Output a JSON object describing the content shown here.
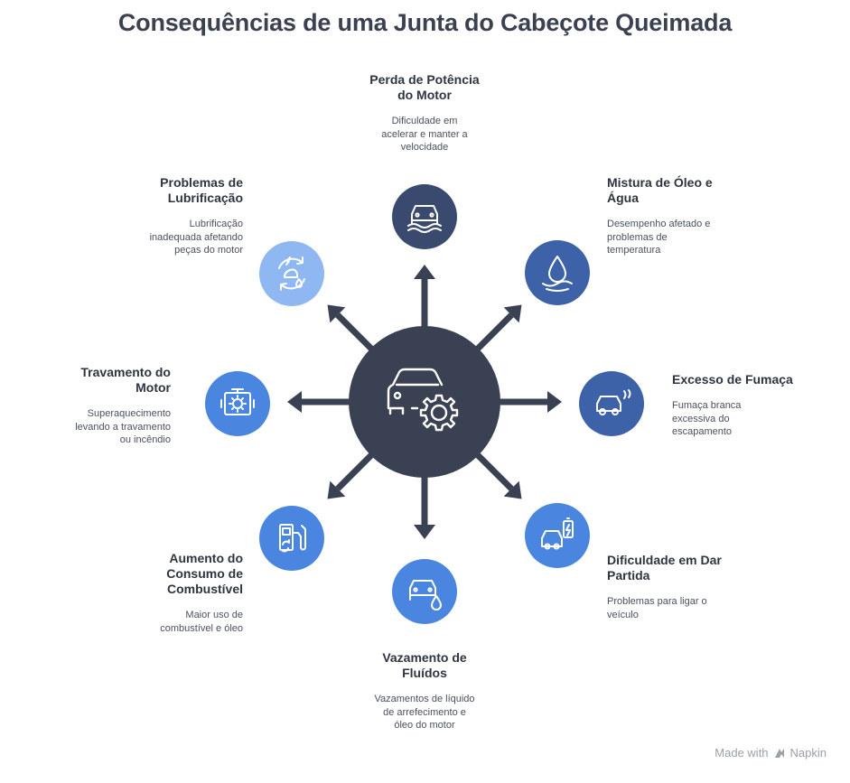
{
  "title": "Consequências de uma Junta do Cabeçote Queimada",
  "footer": {
    "made_with": "Made with",
    "brand": "Napkin"
  },
  "colors": {
    "hub": "#3a4152",
    "arrow": "#3a4152",
    "dark_navy": "#3a4a6e",
    "mid_blue": "#3d62a8",
    "bright_blue": "#4a86e0",
    "light_blue": "#8fb8f3"
  },
  "items": [
    {
      "id": "potencia",
      "title_lines": [
        "Perda de Potência",
        "do Motor"
      ],
      "desc_lines": [
        "Dificuldade em",
        "acelerar e manter a",
        "velocidade"
      ],
      "icon": "car-skid-icon",
      "color": "dark_navy"
    },
    {
      "id": "oleo_agua",
      "title_lines": [
        "Mistura de Óleo e",
        "Água"
      ],
      "desc_lines": [
        "Desempenho afetado e",
        "problemas de",
        "temperatura"
      ],
      "icon": "water-drop-icon",
      "color": "mid_blue"
    },
    {
      "id": "fumaca",
      "title_lines": [
        "Excesso de Fumaça"
      ],
      "desc_lines": [
        "Fumaça branca",
        "excessiva do",
        "escapamento"
      ],
      "icon": "car-smoke-icon",
      "color": "mid_blue"
    },
    {
      "id": "partida",
      "title_lines": [
        "Dificuldade em Dar",
        "Partida"
      ],
      "desc_lines": [
        "Problemas para ligar o",
        "veículo"
      ],
      "icon": "car-battery-icon",
      "color": "bright_blue"
    },
    {
      "id": "vazamento",
      "title_lines": [
        "Vazamento de",
        "Fluídos"
      ],
      "desc_lines": [
        "Vazamentos de líquido",
        "de arrefecimento e",
        "óleo do motor"
      ],
      "icon": "car-leak-icon",
      "color": "bright_blue"
    },
    {
      "id": "consumo",
      "title_lines": [
        "Aumento do",
        "Consumo de",
        "Combustível"
      ],
      "desc_lines": [
        "Maior uso de",
        "combustível e óleo"
      ],
      "icon": "fuel-pump-icon",
      "color": "bright_blue"
    },
    {
      "id": "travamento",
      "title_lines": [
        "Travamento do",
        "Motor"
      ],
      "desc_lines": [
        "Superaquecimento",
        "levando a travamento",
        "ou incêndio"
      ],
      "icon": "engine-icon",
      "color": "bright_blue"
    },
    {
      "id": "lubrificacao",
      "title_lines": [
        "Problemas de",
        "Lubrificação"
      ],
      "desc_lines": [
        "Lubrificação",
        "inadequada afetando",
        "peças do motor"
      ],
      "icon": "oil-cycle-icon",
      "color": "light_blue"
    }
  ]
}
